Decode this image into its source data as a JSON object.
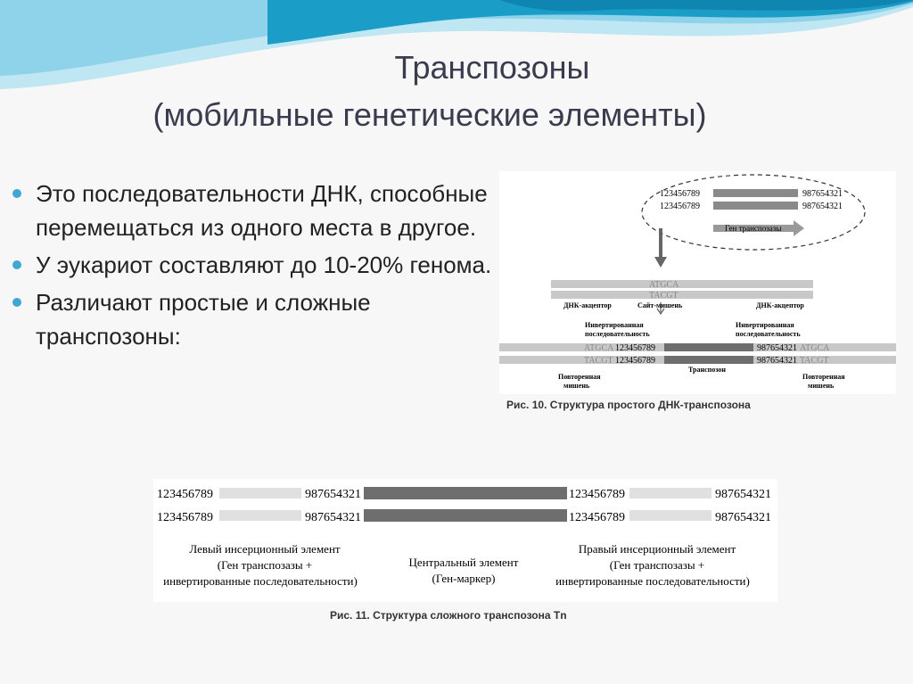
{
  "title": {
    "line1": "Транспозоны",
    "line2": "(мобильные генетические элементы)"
  },
  "bullets": [
    "Это последовательности ДНК, способные перемещаться из одного места в другое.",
    "У эукариот составляют до 10-20% генома.",
    "Различают простые и сложные транспозоны:"
  ],
  "colors": {
    "bullet": "#3fa7d6",
    "wave_dark": "#1a9ec7",
    "wave_light": "#8fd3ea",
    "bar_light": "#c8c8c8",
    "bar_dark": "#6e6e6e"
  },
  "fig10": {
    "seq_a": "123456789",
    "seq_b": "987654321",
    "gene": "Ген транспозазы",
    "atgca": "ATGCA",
    "tacgt": "TACGT",
    "acceptor_left": "ДНК-акцептор",
    "target_site": "Сайт-мишень",
    "acceptor_right": "ДНК-акцептор",
    "inverted_l1": "Инвертированная",
    "inverted_l2": "последовательность",
    "transposon": "Транспозон",
    "repeated_l1": "Повторенная",
    "repeated_l2": "мишень",
    "caption": "Рис. 10. Структура простого ДНК-транспозона"
  },
  "fig11": {
    "seq_a": "123456789",
    "seq_b": "987654321",
    "left_l1": "Левый инсерционный элемент",
    "left_l2": "(Ген транспозазы +",
    "left_l3": "инвертированные последовательности)",
    "center_l1": "Центральный элемент",
    "center_l2": "(Ген-маркер)",
    "right_l1": "Правый инсерционный элемент",
    "right_l2": "(Ген транспозазы +",
    "right_l3": "инвертированные последовательности)",
    "caption": "Рис. 11.  Структура сложного транспозона Tn"
  }
}
